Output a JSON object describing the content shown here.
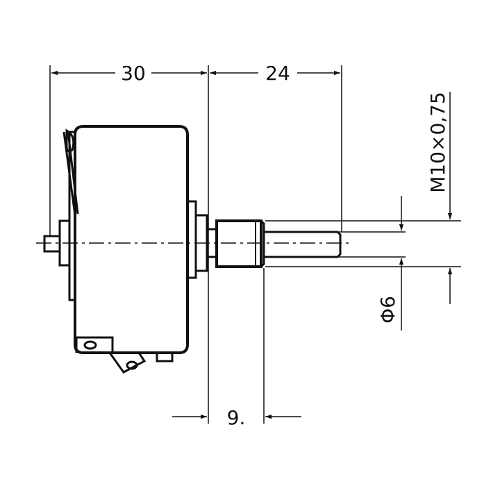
{
  "drawing": {
    "dim_body_length": "30",
    "dim_shaft_length": "24",
    "dim_thread_length": "9.",
    "dim_thread_size": "M10×0,75",
    "dim_shaft_diameter": "Φ6"
  }
}
